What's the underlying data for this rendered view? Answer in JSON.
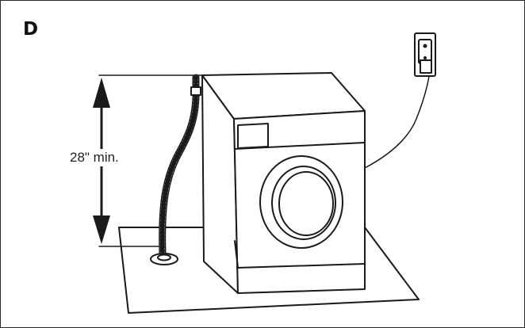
{
  "figure": {
    "panel_letter": "D",
    "dimension_label": "28\" min."
  },
  "colors": {
    "line": "#1a1a1a",
    "background": "#ffffff"
  },
  "elements": {
    "washer": "front-load-washing-machine",
    "hose": "drain-hose",
    "outlet": "wall-power-outlet",
    "cord": "power-cord",
    "arrow": "double-headed-height-arrow",
    "base": "floor-platform"
  }
}
